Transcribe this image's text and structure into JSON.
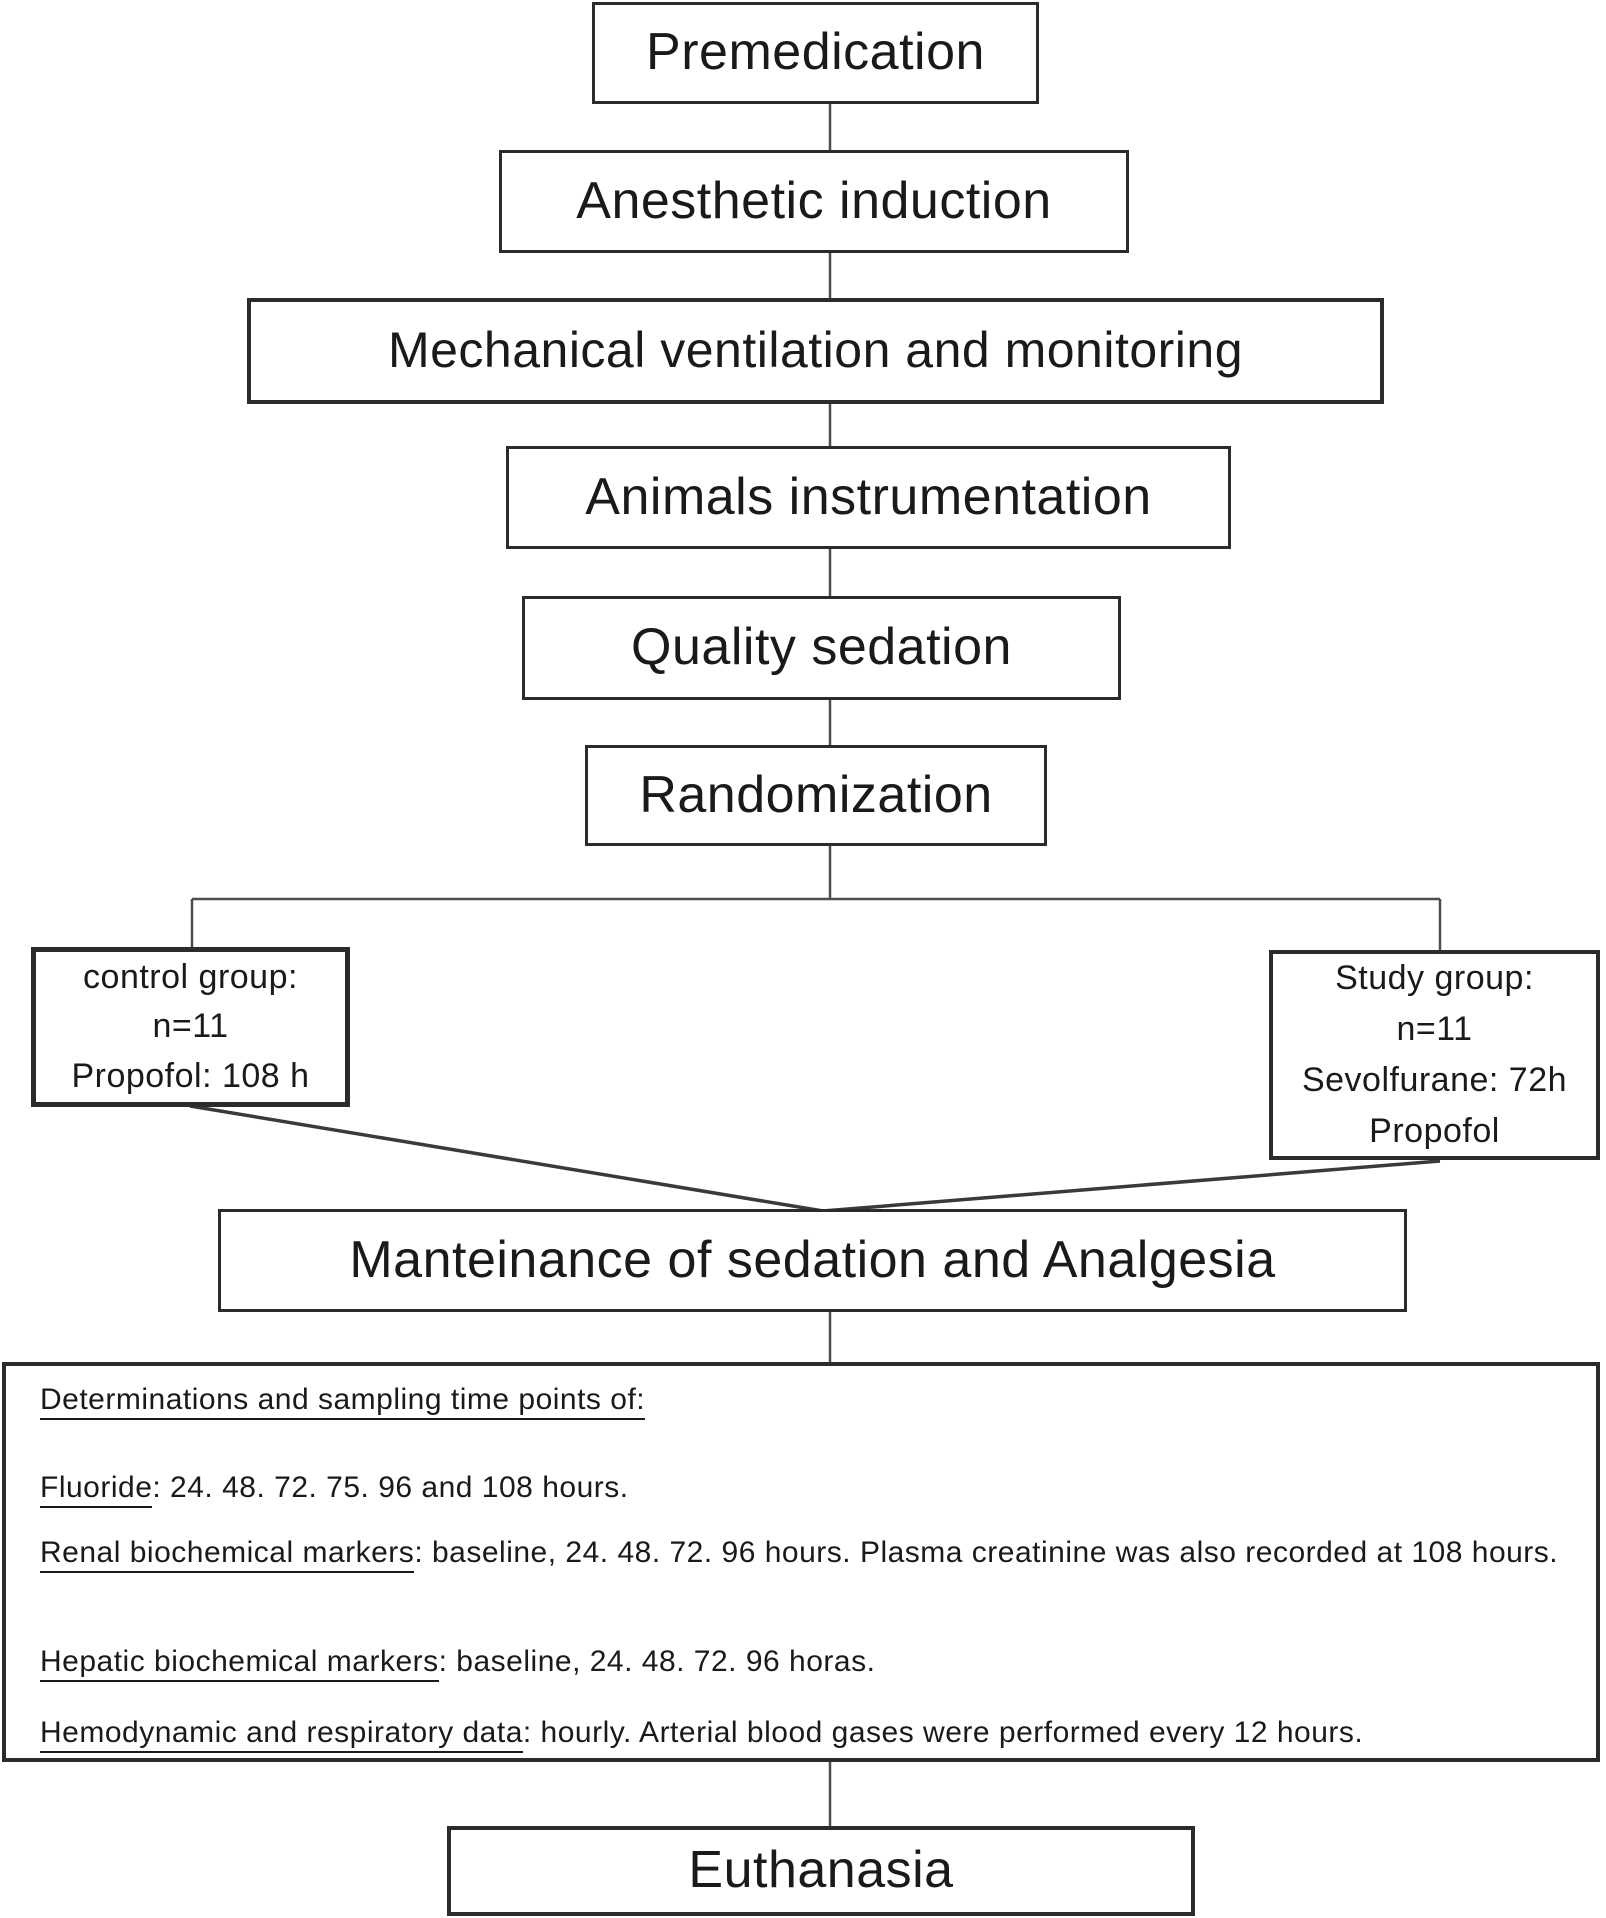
{
  "flowchart": {
    "nodes": {
      "premedication": {
        "label": "Premedication"
      },
      "anesthetic": {
        "label": "Anesthetic induction"
      },
      "mechanical": {
        "label": "Mechanical ventilation and monitoring"
      },
      "animals": {
        "label": "Animals instrumentation"
      },
      "quality": {
        "label": "Quality sedation"
      },
      "randomization": {
        "label": "Randomization"
      },
      "control_group": {
        "lines": [
          "control group:",
          "n=11",
          "Propofol: 108 h"
        ]
      },
      "study_group": {
        "lines": [
          "Study group:",
          "n=11",
          "Sevolfurane: 72h",
          "Propofol"
        ]
      },
      "maintenance": {
        "label": "Manteinance of sedation and Analgesia"
      },
      "determinations": {
        "heading": "Determinations and sampling time points of:",
        "items": [
          {
            "label": "Fluoride",
            "text": ": 24. 48. 72. 75. 96 and 108 hours."
          },
          {
            "label": "Renal biochemical markers",
            "text": ": baseline, 24. 48. 72. 96 hours. Plasma creatinine was also recorded at 108 hours."
          },
          {
            "label": "Hepatic biochemical markers",
            "text": ": baseline, 24. 48. 72. 96 horas."
          },
          {
            "label": "Hemodynamic and respiratory data",
            "text": ": hourly. Arterial blood gases were performed every 12 hours."
          }
        ]
      },
      "euthanasia": {
        "label": "Euthanasia"
      }
    },
    "colors": {
      "background": "#ffffff",
      "box_border": "#2b2b2b",
      "connector_line": "#4d4d4d",
      "text": "#1a1a1a"
    }
  }
}
